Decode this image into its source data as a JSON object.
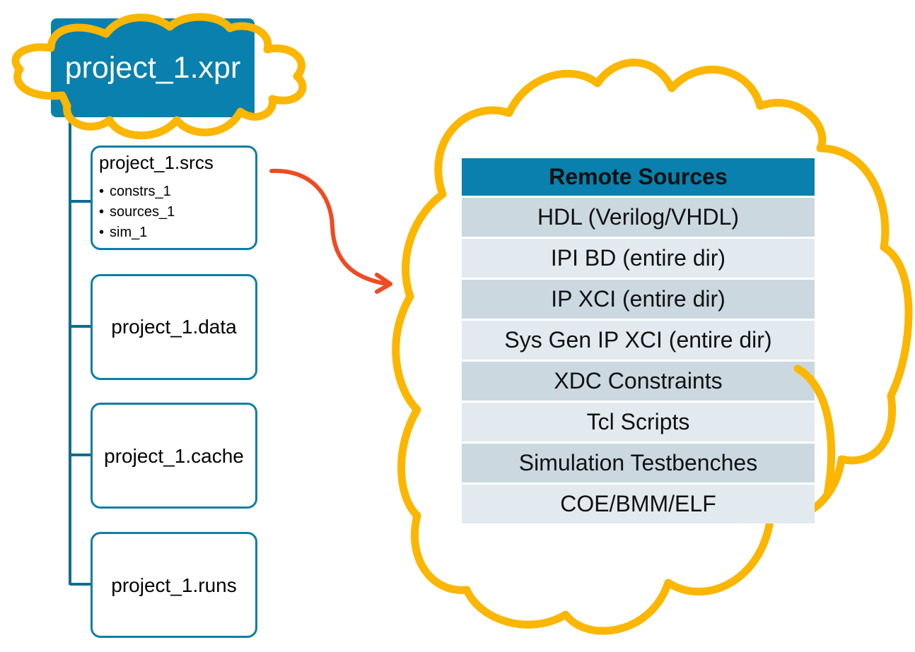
{
  "root": {
    "label": "project_1.xpr"
  },
  "folders": [
    {
      "name": "project_1.srcs",
      "children": [
        "constrs_1",
        "sources_1",
        "sim_1"
      ]
    },
    {
      "name": "project_1.data"
    },
    {
      "name": "project_1.cache"
    },
    {
      "name": "project_1.runs"
    }
  ],
  "remote_sources": {
    "header": "Remote Sources",
    "rows": [
      "HDL (Verilog/VHDL)",
      "IPI BD (entire dir)",
      "IP XCI (entire dir)",
      "Sys Gen IP XCI (entire dir)",
      "XDC Constraints",
      "Tcl Scripts",
      "Simulation Testbenches",
      "COE/BMM/ELF"
    ]
  },
  "colors": {
    "teal": "#0980ad",
    "cloud": "#fbb600",
    "arrow": "#f04a23",
    "row_dark": "#cbd8e0",
    "row_light": "#e3eaef"
  }
}
